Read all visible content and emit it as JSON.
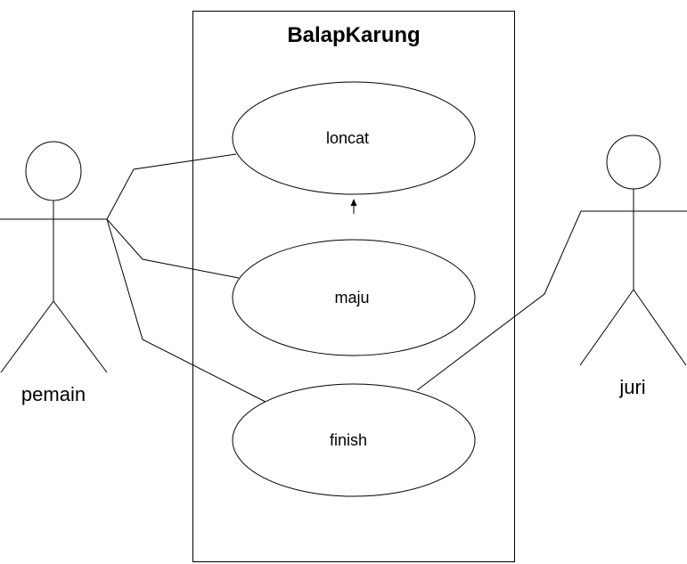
{
  "diagram": {
    "type": "use-case",
    "system": {
      "title": "BalapKarung"
    },
    "actors": [
      {
        "id": "pemain",
        "label": "pemain"
      },
      {
        "id": "juri",
        "label": "juri"
      }
    ],
    "use_cases": [
      {
        "id": "loncat",
        "label": "loncat"
      },
      {
        "id": "maju",
        "label": "maju"
      },
      {
        "id": "finish",
        "label": "finish"
      }
    ],
    "associations": [
      {
        "from": "pemain",
        "to": "loncat"
      },
      {
        "from": "pemain",
        "to": "maju"
      },
      {
        "from": "pemain",
        "to": "finish"
      },
      {
        "from": "juri",
        "to": "finish"
      }
    ],
    "dependencies": [
      {
        "from": "maju",
        "to": "loncat",
        "style": "arrow"
      }
    ]
  }
}
